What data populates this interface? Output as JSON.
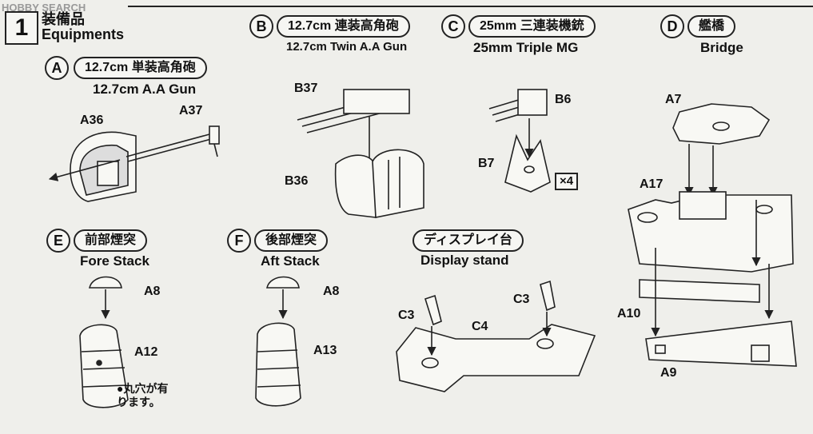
{
  "watermark": "HOBBY SEARCH",
  "step": {
    "number": "1",
    "title_jp": "装備品",
    "title_en": "Equipments"
  },
  "sections": {
    "a": {
      "letter": "A",
      "name_jp": "12.7cm 単装高角砲",
      "name_en": "12.7cm A.A Gun"
    },
    "b": {
      "letter": "B",
      "name_jp": "12.7cm 連装高角砲",
      "name_en": "12.7cm Twin A.A Gun"
    },
    "c": {
      "letter": "C",
      "name_jp": "25mm 三連装機銃",
      "name_en": "25mm Triple MG"
    },
    "d": {
      "letter": "D",
      "name_jp": "艦橋",
      "name_en": "Bridge"
    },
    "e": {
      "letter": "E",
      "name_jp": "前部煙突",
      "name_en": "Fore Stack"
    },
    "f": {
      "letter": "F",
      "name_jp": "後部煙突",
      "name_en": "Aft Stack"
    },
    "stand": {
      "name_jp": "ディスプレイ台",
      "name_en": "Display stand"
    }
  },
  "parts": {
    "a36": "A36",
    "a37": "A37",
    "b37": "B37",
    "b36": "B36",
    "b6": "B6",
    "b7": "B7",
    "a7": "A7",
    "a17": "A17",
    "a10": "A10",
    "a9": "A9",
    "a8_e": "A8",
    "a12": "A12",
    "a8_f": "A8",
    "a13": "A13",
    "c3_l": "C3",
    "c3_r": "C3",
    "c4": "C4"
  },
  "quantity_c": "×4",
  "note_hole": "●丸穴が有\nります。"
}
